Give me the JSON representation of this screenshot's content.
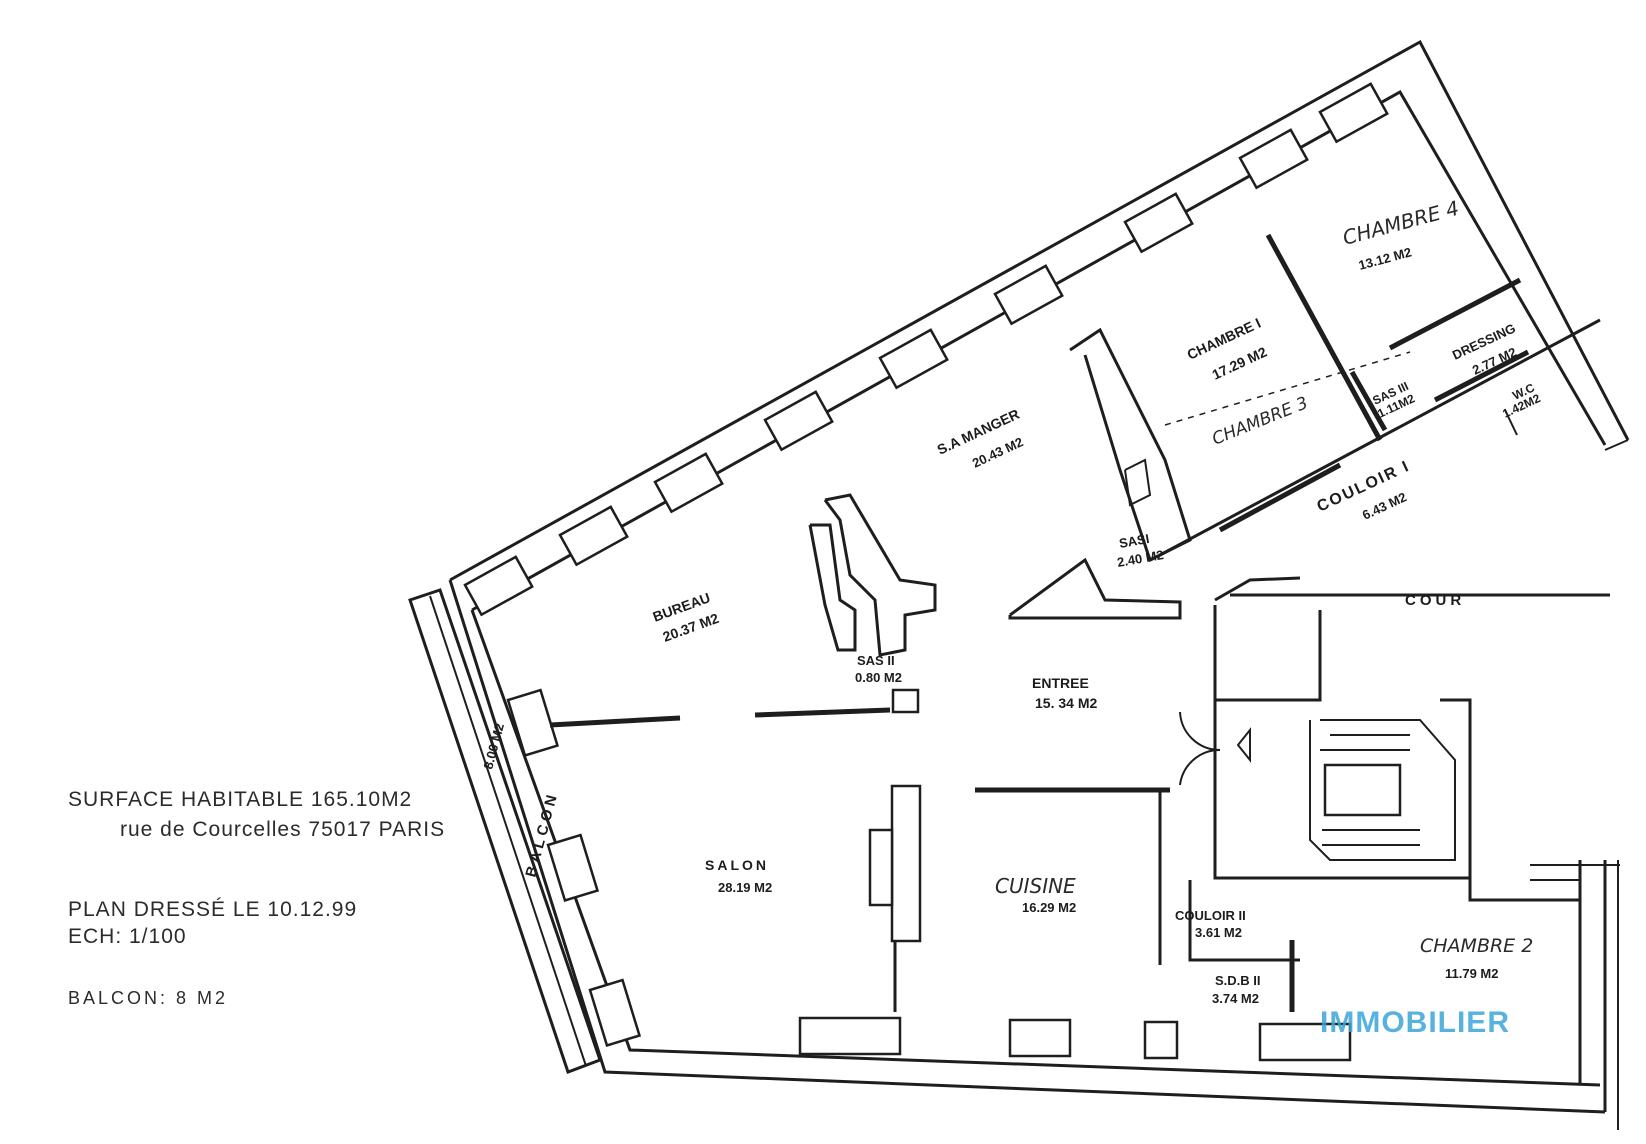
{
  "notes": {
    "surface": "SURFACE HABITABLE  165.10M2",
    "address": "rue de Courcelles 75017 PARIS",
    "plan_date": "PLAN DRESSÉ LE 10.12.99",
    "scale": "ECH:  1/100",
    "balcon": "BALCON: 8 M2"
  },
  "rooms": {
    "chambre4": {
      "name": "CHAMBRE 4",
      "area": "13.12 M2"
    },
    "chambre1": {
      "name": "CHAMBRE I",
      "area": "17.29 M2"
    },
    "chambre3": {
      "name": "CHAMBRE 3"
    },
    "dressing": {
      "name": "DRESSING",
      "area": "2.77 M2"
    },
    "sas3": {
      "name": "SAS III",
      "area": "1.11M2"
    },
    "wc": {
      "name": "W.C",
      "area": "1.42M2"
    },
    "couloir1": {
      "name": "COULOIR I",
      "area": "6.43 M2"
    },
    "sam": {
      "name": "S.A MANGER",
      "area": "20.43 M2"
    },
    "sas1": {
      "name": "SASI",
      "area": "2.40 M2"
    },
    "bureau": {
      "name": "BUREAU",
      "area": "20.37 M2"
    },
    "sas2": {
      "name": "SAS II",
      "area": "0.80 M2"
    },
    "entree": {
      "name": "ENTREE",
      "area": "15. 34 M2"
    },
    "cour": {
      "name": "COUR"
    },
    "balcon": {
      "name": "BALCON",
      "area": "8.00 M2"
    },
    "salon": {
      "name": "SALON",
      "area": "28.19 M2"
    },
    "cuisine": {
      "name": "CUISINE",
      "area": "16.29 M2"
    },
    "couloir2": {
      "name": "COULOIR II",
      "area": "3.61 M2"
    },
    "sdb2": {
      "name": "S.D.B II",
      "area": "3.74 M2"
    },
    "chambre2": {
      "name": "CHAMBRE 2",
      "area": "11.79 M2"
    }
  },
  "watermark": {
    "text": "IMMOBILIER",
    "color": "#3aa6d8"
  }
}
